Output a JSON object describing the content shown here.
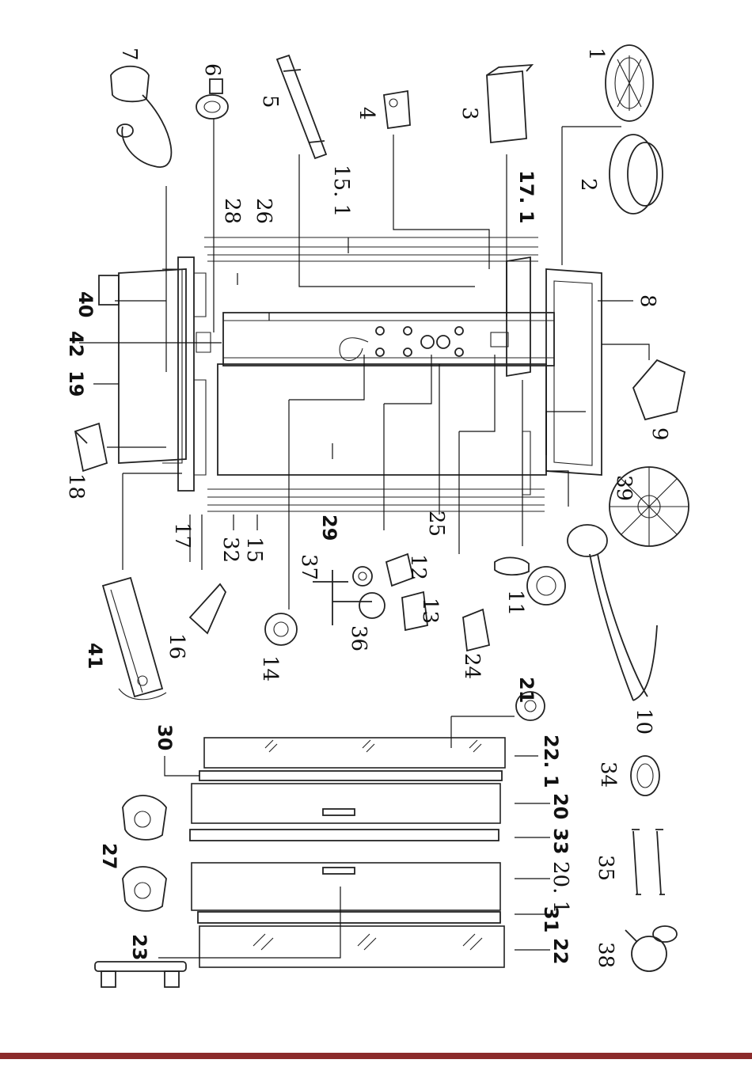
{
  "labels": {
    "p1": "1",
    "p2": "2",
    "p3": "3",
    "p4": "4",
    "p5": "5",
    "p6": "6",
    "p7": "7",
    "p8": "8",
    "p9": "9",
    "p10": "10",
    "p11": "11",
    "p12": "12",
    "p13": "13",
    "p14": "14",
    "p15": "15",
    "p15_1": "15. 1",
    "p16": "16",
    "p17": "17",
    "p17_1": "17. 1",
    "p18": "18",
    "p19": "19",
    "p20": "20",
    "p20_1": "20. 1",
    "p21": "21",
    "p22": "22",
    "p22_1": "22. 1",
    "p23": "23",
    "p24": "24",
    "p25": "25",
    "p26": "26",
    "p27": "27",
    "p28": "28",
    "p29": "29",
    "p30": "30",
    "p31": "31",
    "p32": "32",
    "p33": "33",
    "p34": "34",
    "p35": "35",
    "p36": "36",
    "p37": "37",
    "p38": "38",
    "p39": "39",
    "p40": "40",
    "p41": "41",
    "p42": "42"
  },
  "colors": {
    "footer_bar": "#8b2b2b",
    "ink": "#222222"
  }
}
